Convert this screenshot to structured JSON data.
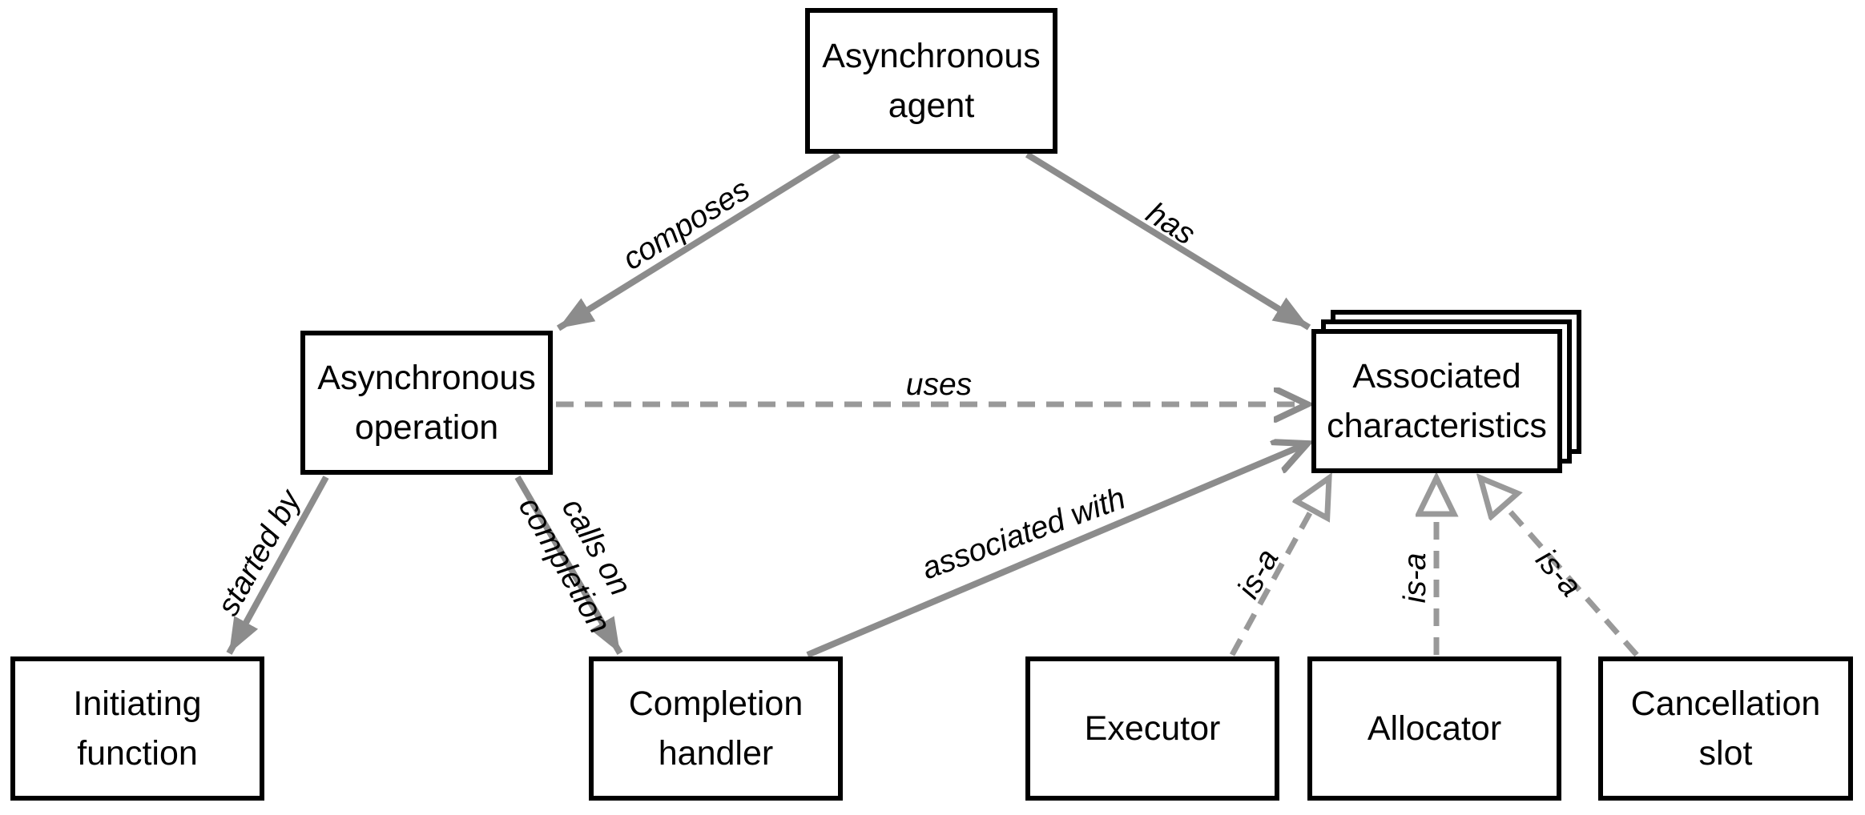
{
  "colors": {
    "background": "#ffffff",
    "node_border": "#000000",
    "node_fill": "#ffffff",
    "node_text": "#000000",
    "connector_solid": "#8c8c8c",
    "connector_dashed": "#999999",
    "edge_label_text": "#000000"
  },
  "nodes": [
    {
      "id": "asynchronous-agent",
      "label": "Asynchronous agent"
    },
    {
      "id": "asynchronous-operation",
      "label": "Asynchronous operation"
    },
    {
      "id": "associated-characteristics",
      "label": "Associated characteristics",
      "stacked": true
    },
    {
      "id": "initiating-function",
      "label": "Initiating function"
    },
    {
      "id": "completion-handler",
      "label": "Completion handler"
    },
    {
      "id": "executor",
      "label": "Executor"
    },
    {
      "id": "allocator",
      "label": "Allocator"
    },
    {
      "id": "cancellation-slot",
      "label": "Cancellation slot"
    }
  ],
  "edges": [
    {
      "id": "composes",
      "label": "composes",
      "from": "asynchronous-agent",
      "to": "asynchronous-operation",
      "style": "solid",
      "arrowhead": "filled-triangle"
    },
    {
      "id": "has",
      "label": "has",
      "from": "asynchronous-agent",
      "to": "associated-characteristics",
      "style": "solid",
      "arrowhead": "filled-triangle"
    },
    {
      "id": "uses",
      "label": "uses",
      "from": "asynchronous-operation",
      "to": "associated-characteristics",
      "style": "dashed",
      "arrowhead": "open-v"
    },
    {
      "id": "started-by",
      "label": "started by",
      "from": "asynchronous-operation",
      "to": "initiating-function",
      "style": "solid",
      "arrowhead": "filled-triangle"
    },
    {
      "id": "calls-on-completion",
      "label": "calls on completion",
      "from": "asynchronous-operation",
      "to": "completion-handler",
      "style": "solid",
      "arrowhead": "filled-triangle"
    },
    {
      "id": "associated-with",
      "label": "associated with",
      "from": "completion-handler",
      "to": "associated-characteristics",
      "style": "solid",
      "arrowhead": "open-v"
    },
    {
      "id": "is-a-executor",
      "label": "is-a",
      "from": "executor",
      "to": "associated-characteristics",
      "style": "dashed",
      "arrowhead": "open-triangle"
    },
    {
      "id": "is-a-allocator",
      "label": "is-a",
      "from": "allocator",
      "to": "associated-characteristics",
      "style": "dashed",
      "arrowhead": "open-triangle"
    },
    {
      "id": "is-a-cancellation",
      "label": "is-a",
      "from": "cancellation-slot",
      "to": "associated-characteristics",
      "style": "dashed",
      "arrowhead": "open-triangle"
    }
  ]
}
